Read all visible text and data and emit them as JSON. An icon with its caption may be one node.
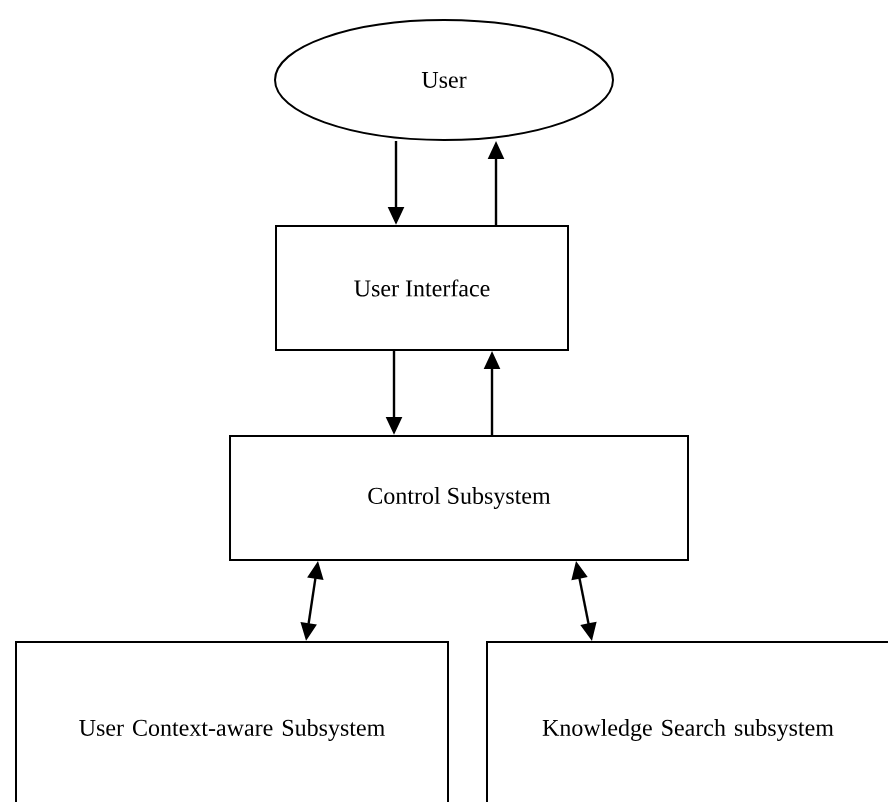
{
  "diagram": {
    "nodes": [
      {
        "text": [
          "User"
        ]
      },
      {
        "text": [
          "User Interface"
        ]
      },
      {
        "text": [
          "Control Subsystem"
        ]
      },
      {
        "text": [
          "User Context-aware Subsystem"
        ]
      },
      {
        "text": [
          "Knowledge Search subsystem"
        ]
      }
    ],
    "edges": [
      {
        "from": 0,
        "to": 1,
        "arrow": "to"
      },
      {
        "from": 1,
        "to": 0,
        "arrow": "to"
      },
      {
        "from": 1,
        "to": 2,
        "arrow": "to"
      },
      {
        "from": 2,
        "to": 1,
        "arrow": "to"
      },
      {
        "from": 2,
        "to": 3,
        "arrow": "both"
      },
      {
        "from": 2,
        "to": 4,
        "arrow": "both"
      }
    ]
  }
}
